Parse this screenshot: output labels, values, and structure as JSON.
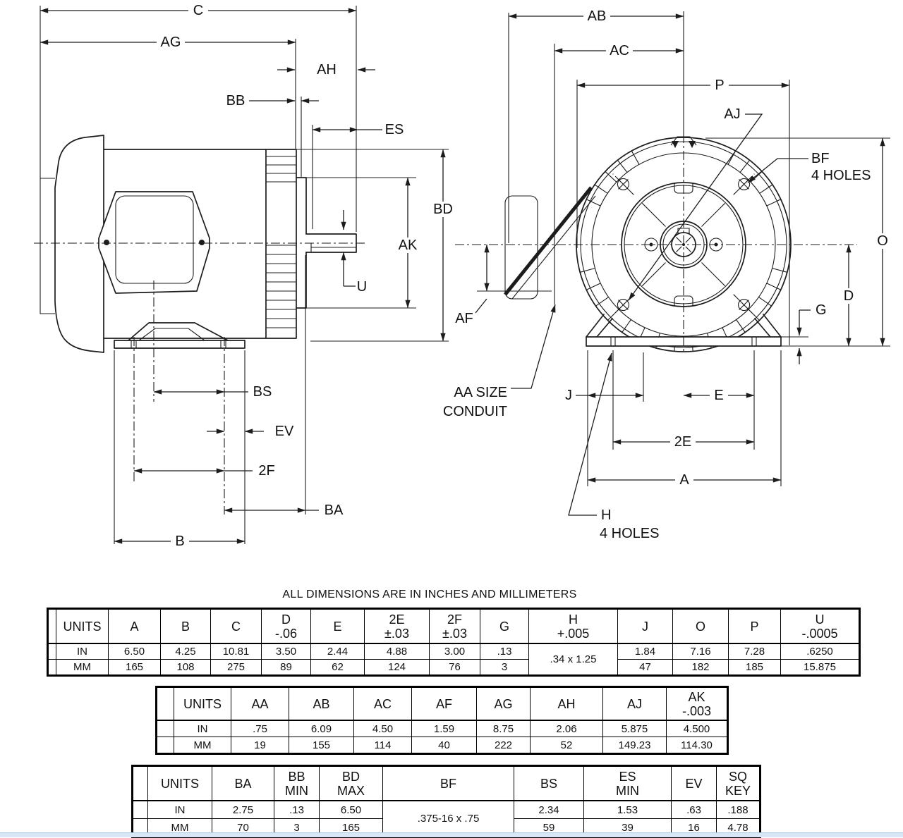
{
  "note": "ALL DIMENSIONS ARE IN INCHES AND MILLIMETERS",
  "side_view": {
    "c": "C",
    "ag": "AG",
    "ah": "AH",
    "bb": "BB",
    "es": "ES",
    "bd": "BD",
    "ak": "AK",
    "u": "U",
    "bs": "BS",
    "ev": "EV",
    "f2": "2F",
    "ba": "BA",
    "b": "B"
  },
  "front_view": {
    "ab": "AB",
    "ac": "AC",
    "p": "P",
    "aj": "AJ",
    "bf": "BF",
    "bf_holes": "4 HOLES",
    "o": "O",
    "d": "D",
    "g": "G",
    "af": "AF",
    "aa1": "AA SIZE",
    "aa2": "CONDUIT",
    "j": "J",
    "e": "E",
    "e2": "2E",
    "a": "A",
    "h": "H",
    "h_holes": "4 HOLES"
  },
  "table1": {
    "units": "UNITS",
    "in": "IN",
    "mm": "MM",
    "cols": {
      "a": "A",
      "b": "B",
      "c": "C",
      "d": "D",
      "d_tol": "-.06",
      "e": "E",
      "e2": "2E",
      "e2_tol": "±.03",
      "f2": "2F",
      "f2_tol": "±.03",
      "g": "G",
      "h": "H",
      "h_tol": "+.005",
      "j": "J",
      "o": "O",
      "p": "P",
      "u": "U",
      "u_tol": "-.0005"
    },
    "in_vals": {
      "a": "6.50",
      "b": "4.25",
      "c": "10.81",
      "d": "3.50",
      "e": "2.44",
      "e2": "4.88",
      "f2": "3.00",
      "g": ".13",
      "j": "1.84",
      "o": "7.16",
      "p": "7.28",
      "u": ".6250"
    },
    "mm_vals": {
      "a": "165",
      "b": "108",
      "c": "275",
      "d": "89",
      "e": "62",
      "e2": "124",
      "f2": "76",
      "g": "3",
      "j": "47",
      "o": "182",
      "p": "185",
      "u": "15.875"
    },
    "h_val": ".34 x 1.25"
  },
  "table2": {
    "units": "UNITS",
    "in": "IN",
    "mm": "MM",
    "cols": {
      "aa": "AA",
      "ab": "AB",
      "ac": "AC",
      "af": "AF",
      "ag": "AG",
      "ah": "AH",
      "aj": "AJ",
      "ak": "AK",
      "ak_tol": "-.003"
    },
    "in_vals": {
      "aa": ".75",
      "ab": "6.09",
      "ac": "4.50",
      "af": "1.59",
      "ag": "8.75",
      "ah": "2.06",
      "aj": "5.875",
      "ak": "4.500"
    },
    "mm_vals": {
      "aa": "19",
      "ab": "155",
      "ac": "114",
      "af": "40",
      "ag": "222",
      "ah": "52",
      "aj": "149.23",
      "ak": "114.30"
    }
  },
  "table3": {
    "units": "UNITS",
    "in": "IN",
    "mm": "MM",
    "cols": {
      "ba": "BA",
      "bb": "BB",
      "bb2": "MIN",
      "bd": "BD",
      "bd2": "MAX",
      "bf": "BF",
      "bs": "BS",
      "es": "ES",
      "es2": "MIN",
      "ev": "EV",
      "sq": "SQ",
      "sq2": "KEY"
    },
    "in_vals": {
      "ba": "2.75",
      "bb": ".13",
      "bd": "6.50",
      "bs": "2.34",
      "es": "1.53",
      "ev": ".63",
      "sq": ".188"
    },
    "mm_vals": {
      "ba": "70",
      "bb": "3",
      "bd": "165",
      "bs": "59",
      "es": "39",
      "ev": "16",
      "sq": "4.78"
    },
    "bf_val": ".375-16 x .75"
  }
}
